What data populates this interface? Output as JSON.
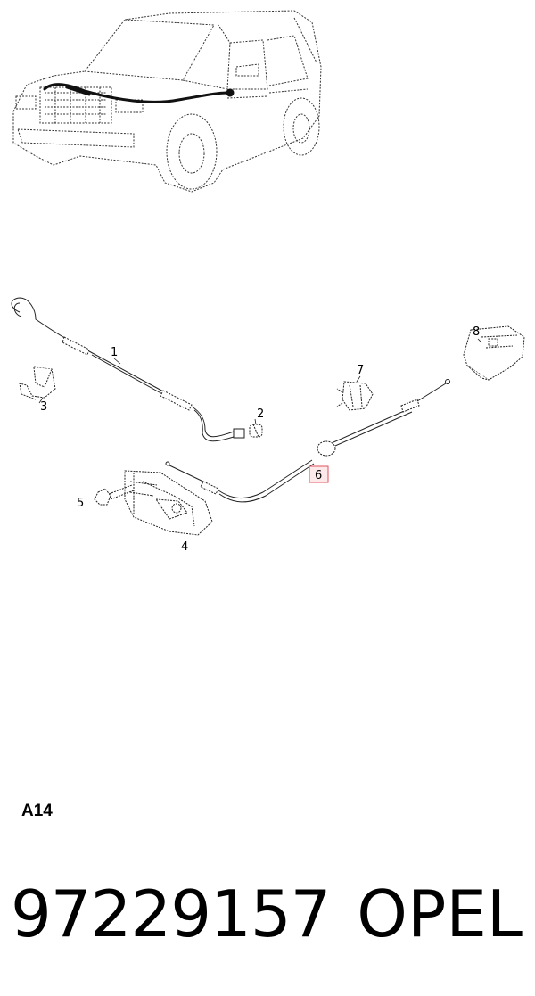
{
  "diagram": {
    "callouts": [
      {
        "id": "1",
        "label": "1"
      },
      {
        "id": "2",
        "label": "2"
      },
      {
        "id": "3",
        "label": "3"
      },
      {
        "id": "4",
        "label": "4"
      },
      {
        "id": "5",
        "label": "5"
      },
      {
        "id": "6",
        "label": "6",
        "highlighted": true
      },
      {
        "id": "7",
        "label": "7"
      },
      {
        "id": "8",
        "label": "8"
      }
    ],
    "highlight_color": "#e0525e"
  },
  "section_code": "A14",
  "footer": {
    "part_number": "97229157",
    "brand": "OPEL"
  }
}
